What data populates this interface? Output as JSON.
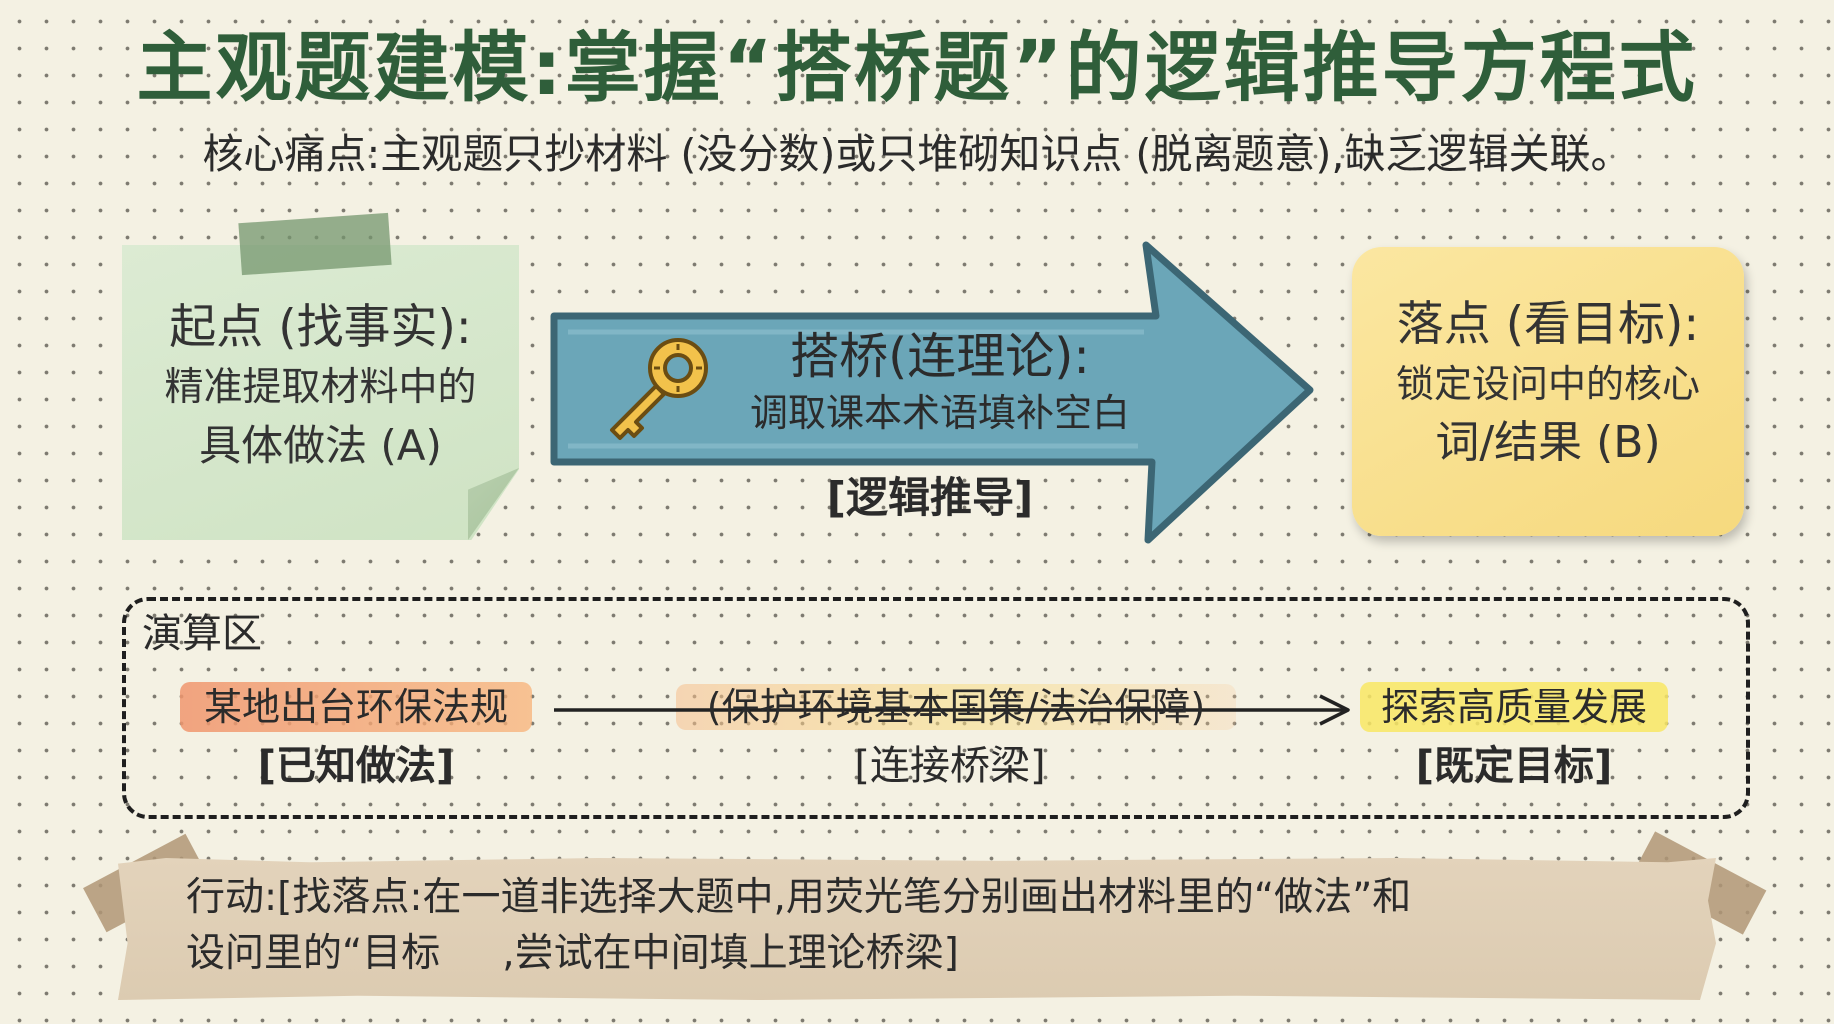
{
  "title": "主观题建模:掌握“搭桥题”的逻辑推导方程式",
  "subtitle": "核心痛点:主观题只抄材料 (没分数)或只堆砌知识点 (脱离题意),缺乏逻辑关联。",
  "start_note": {
    "heading": "起点 (找事实):",
    "line1": "精准提取材料中的",
    "line2": "具体做法 (A)",
    "color": "#d4e6ca"
  },
  "bridge": {
    "heading": "搭桥(连理论):",
    "line1": "调取课本术语填补空白",
    "caption": "[逻辑推导]",
    "icon": "key-icon",
    "arrow_color": "#6aa9bc"
  },
  "end_note": {
    "heading": "落点 (看目标):",
    "line1": "锁定设问中的核心",
    "line2": "词/结果 (B)",
    "color": "#f8de86"
  },
  "scratch": {
    "label": "演算区",
    "known": "某地出台环保法规",
    "known_label": "[已知做法]",
    "bridge": "(保护环境基本国策/法治保障)",
    "bridge_label": "[连接桥梁]",
    "goal": "探索高质量发展",
    "goal_label": "[既定目标]"
  },
  "action": {
    "line1": "行动:[找落点:在一道非选择大题中,用荧光笔分别画出材料里的“做法”和",
    "line2": "设问里的“目标     ,尝试在中间填上理论桥梁]"
  }
}
